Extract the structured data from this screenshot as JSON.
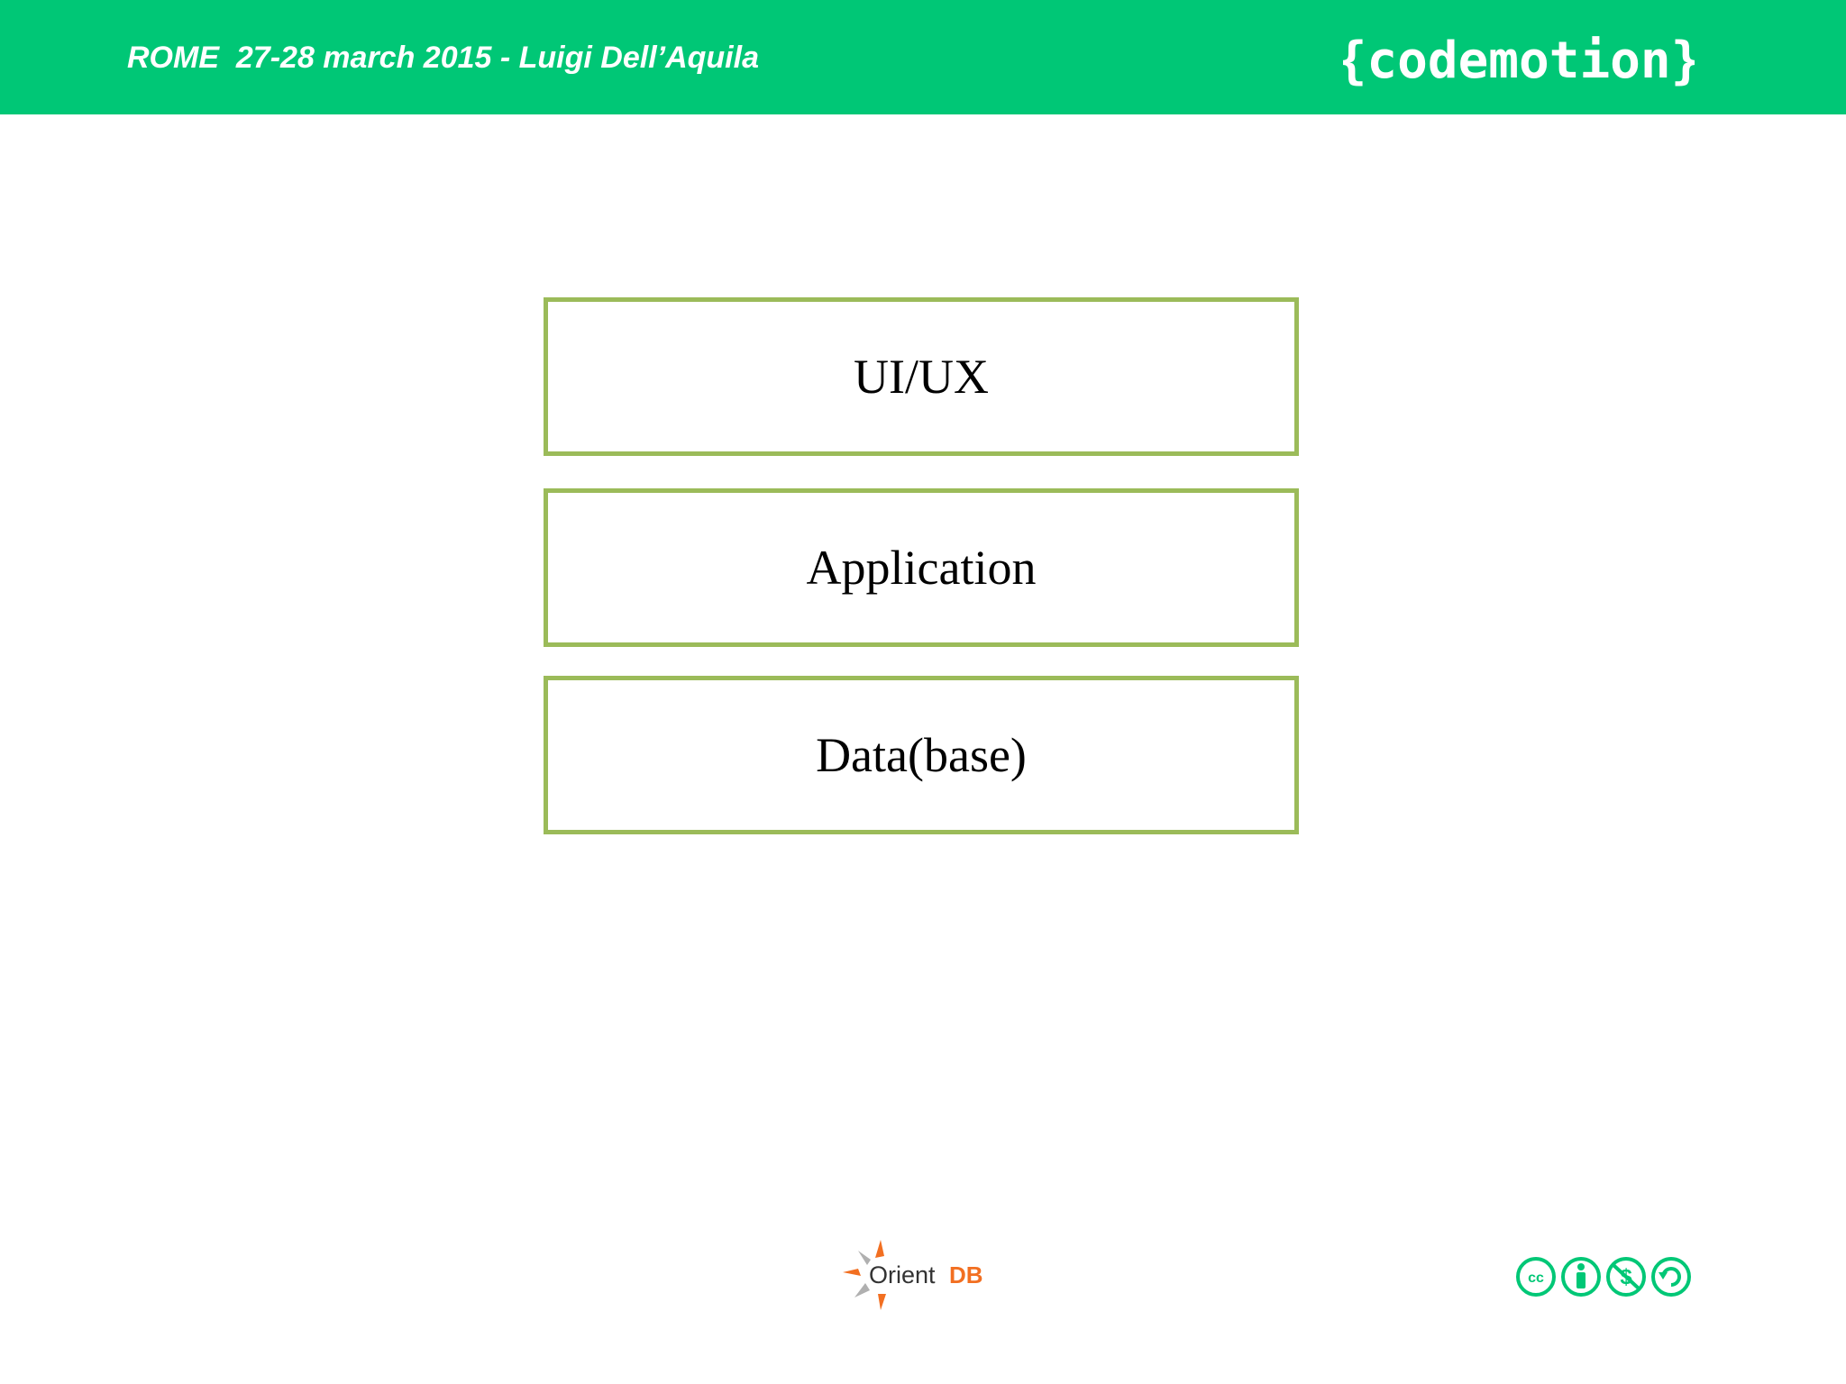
{
  "header": {
    "title": "ROME  27-28 march 2015 - Luigi Dell’Aquila",
    "brand": "{codemotion}",
    "background_color": "#00c776"
  },
  "diagram": {
    "layers": [
      {
        "label": "UI/UX"
      },
      {
        "label": "Application"
      },
      {
        "label": "Data(base)"
      }
    ],
    "border_color": "#9bbb59"
  },
  "footer": {
    "orient_logo": {
      "word1": "Orient",
      "word2": "DB",
      "accent_color": "#f26f21"
    },
    "license_icons": [
      "cc-icon",
      "by-attribution-icon",
      "noncommercial-icon",
      "sharealike-icon"
    ]
  }
}
